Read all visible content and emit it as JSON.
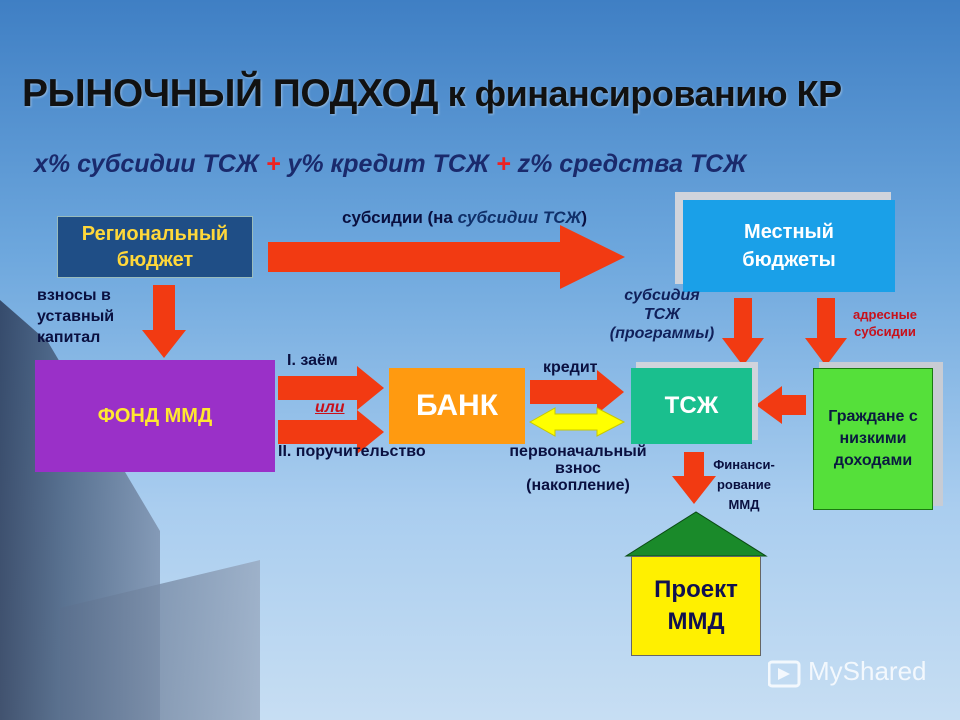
{
  "title": {
    "part1": "РЫНОЧНЫЙ ПОДХОД",
    "part2": " к финансированию КР"
  },
  "formula": {
    "term1": "x% субсидии ТСЖ",
    "plus1": " + ",
    "term2": "y% кредит ТСЖ",
    "plus2": " + ",
    "term3": " z% средства ТСЖ"
  },
  "nodes": {
    "regional_budget": [
      "Региональный",
      "бюджет"
    ],
    "local_budgets": [
      "Местный",
      "бюджеты"
    ],
    "fund": "ФОНД ММД",
    "bank": "БАНК",
    "tsj": "ТСЖ",
    "citizens": [
      "Граждане с",
      "низкими",
      "доходами"
    ],
    "project": [
      "Проект",
      "ММД"
    ]
  },
  "labels": {
    "subsidies_top_prefix": "субсидии  (на ",
    "subsidies_top_italic": "субсидии ТСЖ",
    "subsidies_top_suffix": ")",
    "contributions": [
      "взносы в",
      "уставный",
      "капитал"
    ],
    "loan": "I. заём",
    "or": "или",
    "guarantee": "II. поручительство",
    "credit": "кредит",
    "initial_payment": [
      "первоначальный",
      "взнос",
      "(накопление)"
    ],
    "tsj_subsidy": [
      "субсидия",
      "ТСЖ",
      "(программы)"
    ],
    "targeted_subsidies": [
      "адресные",
      "субсидии"
    ],
    "financing": [
      "Финанси-",
      "рование",
      "ММД"
    ]
  },
  "watermark": "MyShared",
  "colors": {
    "arrow_red": "#f23a12",
    "arrow_yellow": "#ffff00",
    "regional_fill": "#1f4e86",
    "local_fill": "#1aa0e8",
    "fund_fill": "#9a30c8",
    "bank_fill": "#ff9a10",
    "tsj_fill": "#1abf8e",
    "citizens_fill": "#55e03a",
    "project_fill": "#fff000",
    "project_roof": "#1a8a2a"
  }
}
